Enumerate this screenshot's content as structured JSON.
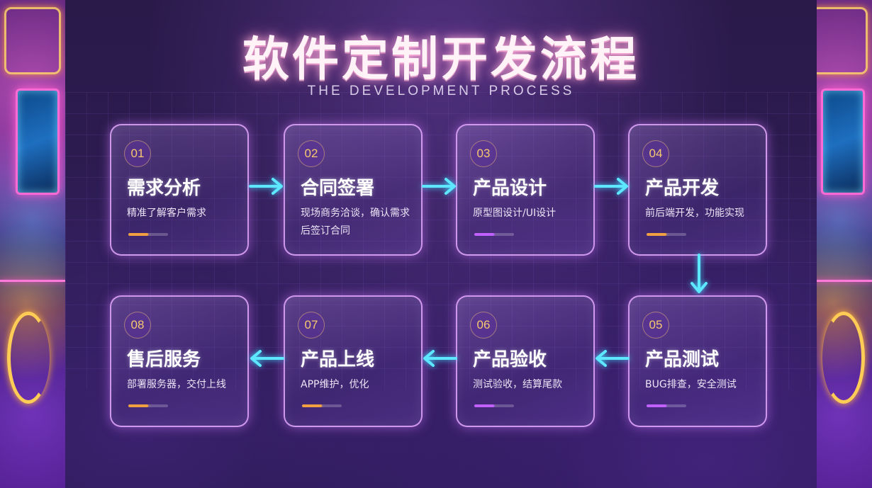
{
  "title": "软件定制开发流程",
  "subtitle": "THE DEVELOPMENT PROCESS",
  "colors": {
    "accent_cyan": "#5ee8ff",
    "number_gold": "#f6c870",
    "bar_orange": "#f0a040",
    "bar_purple": "#c060ff",
    "card_border": "#e6aaff"
  },
  "steps": [
    {
      "num": "01",
      "title": "需求分析",
      "desc": "精准了解客户需求",
      "bar_color": "#f0a040",
      "progress": 0.5
    },
    {
      "num": "02",
      "title": "合同签署",
      "desc": "现场商务洽谈，确认需求后签订合同",
      "bar_color": "#f0a040",
      "progress": 0
    },
    {
      "num": "03",
      "title": "产品设计",
      "desc": "原型图设计/UI设计",
      "bar_color": "#c060ff",
      "progress": 0.5
    },
    {
      "num": "04",
      "title": "产品开发",
      "desc": "前后端开发，功能实现",
      "bar_color": "#f0a040",
      "progress": 0.5
    },
    {
      "num": "05",
      "title": "产品测试",
      "desc": "BUG排查，安全测试",
      "bar_color": "#c060ff",
      "progress": 0.5
    },
    {
      "num": "06",
      "title": "产品验收",
      "desc": "测试验收，结算尾款",
      "bar_color": "#c060ff",
      "progress": 0.5
    },
    {
      "num": "07",
      "title": "产品上线",
      "desc": "APP维护，优化",
      "bar_color": "#f0a040",
      "progress": 0.5
    },
    {
      "num": "08",
      "title": "售后服务",
      "desc": "部署服务器，交付上线",
      "bar_color": "#f0a040",
      "progress": 0.5
    }
  ],
  "arrows": [
    {
      "from": "01",
      "to": "02",
      "direction": "right"
    },
    {
      "from": "02",
      "to": "03",
      "direction": "right"
    },
    {
      "from": "03",
      "to": "04",
      "direction": "right"
    },
    {
      "from": "04",
      "to": "05",
      "direction": "down"
    },
    {
      "from": "05",
      "to": "06",
      "direction": "left"
    },
    {
      "from": "06",
      "to": "07",
      "direction": "left"
    },
    {
      "from": "07",
      "to": "08",
      "direction": "left"
    }
  ]
}
